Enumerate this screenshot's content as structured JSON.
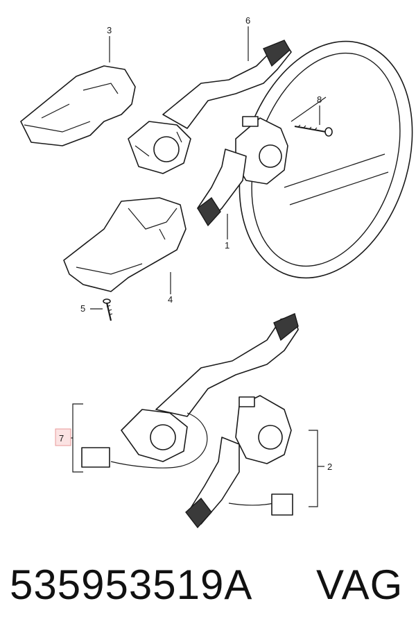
{
  "callouts": {
    "c1": "1",
    "c2": "2",
    "c3": "3",
    "c4": "4",
    "c5": "5",
    "c6": "6",
    "c7": "7",
    "c8": "8"
  },
  "caption": {
    "part_number": "535953519A",
    "brand": "VAG"
  }
}
